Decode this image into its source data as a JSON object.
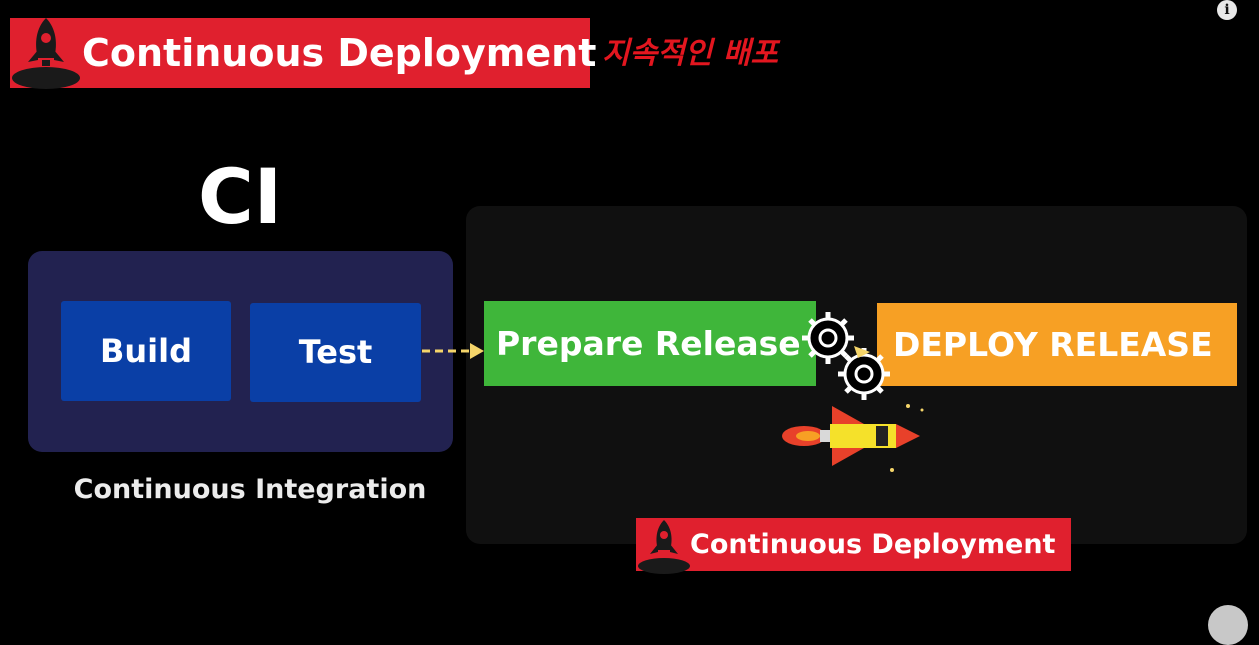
{
  "header": {
    "title": "Continuous Deployment",
    "subtitle_korean": "지속적인 배포",
    "info_icon": "i"
  },
  "ci": {
    "heading": "CI",
    "build_label": "Build",
    "test_label": "Test",
    "caption": "Continuous Integration"
  },
  "cd": {
    "prepare_label": "Prepare Release",
    "deploy_label": "DEPLOY RELEASE",
    "banner_label": "Continuous Deployment"
  },
  "icons": [
    "rocket-icon",
    "gear-icon",
    "arrow-icon",
    "info-icon"
  ],
  "colors": {
    "title_red": "#e0202e",
    "korean_red": "#e3161f",
    "ci_panel": "#222250",
    "ci_box": "#0a3fa6",
    "prepare_green": "#3fb63a",
    "deploy_orange": "#f7a024",
    "arrow_yellow": "#f5d56a"
  }
}
